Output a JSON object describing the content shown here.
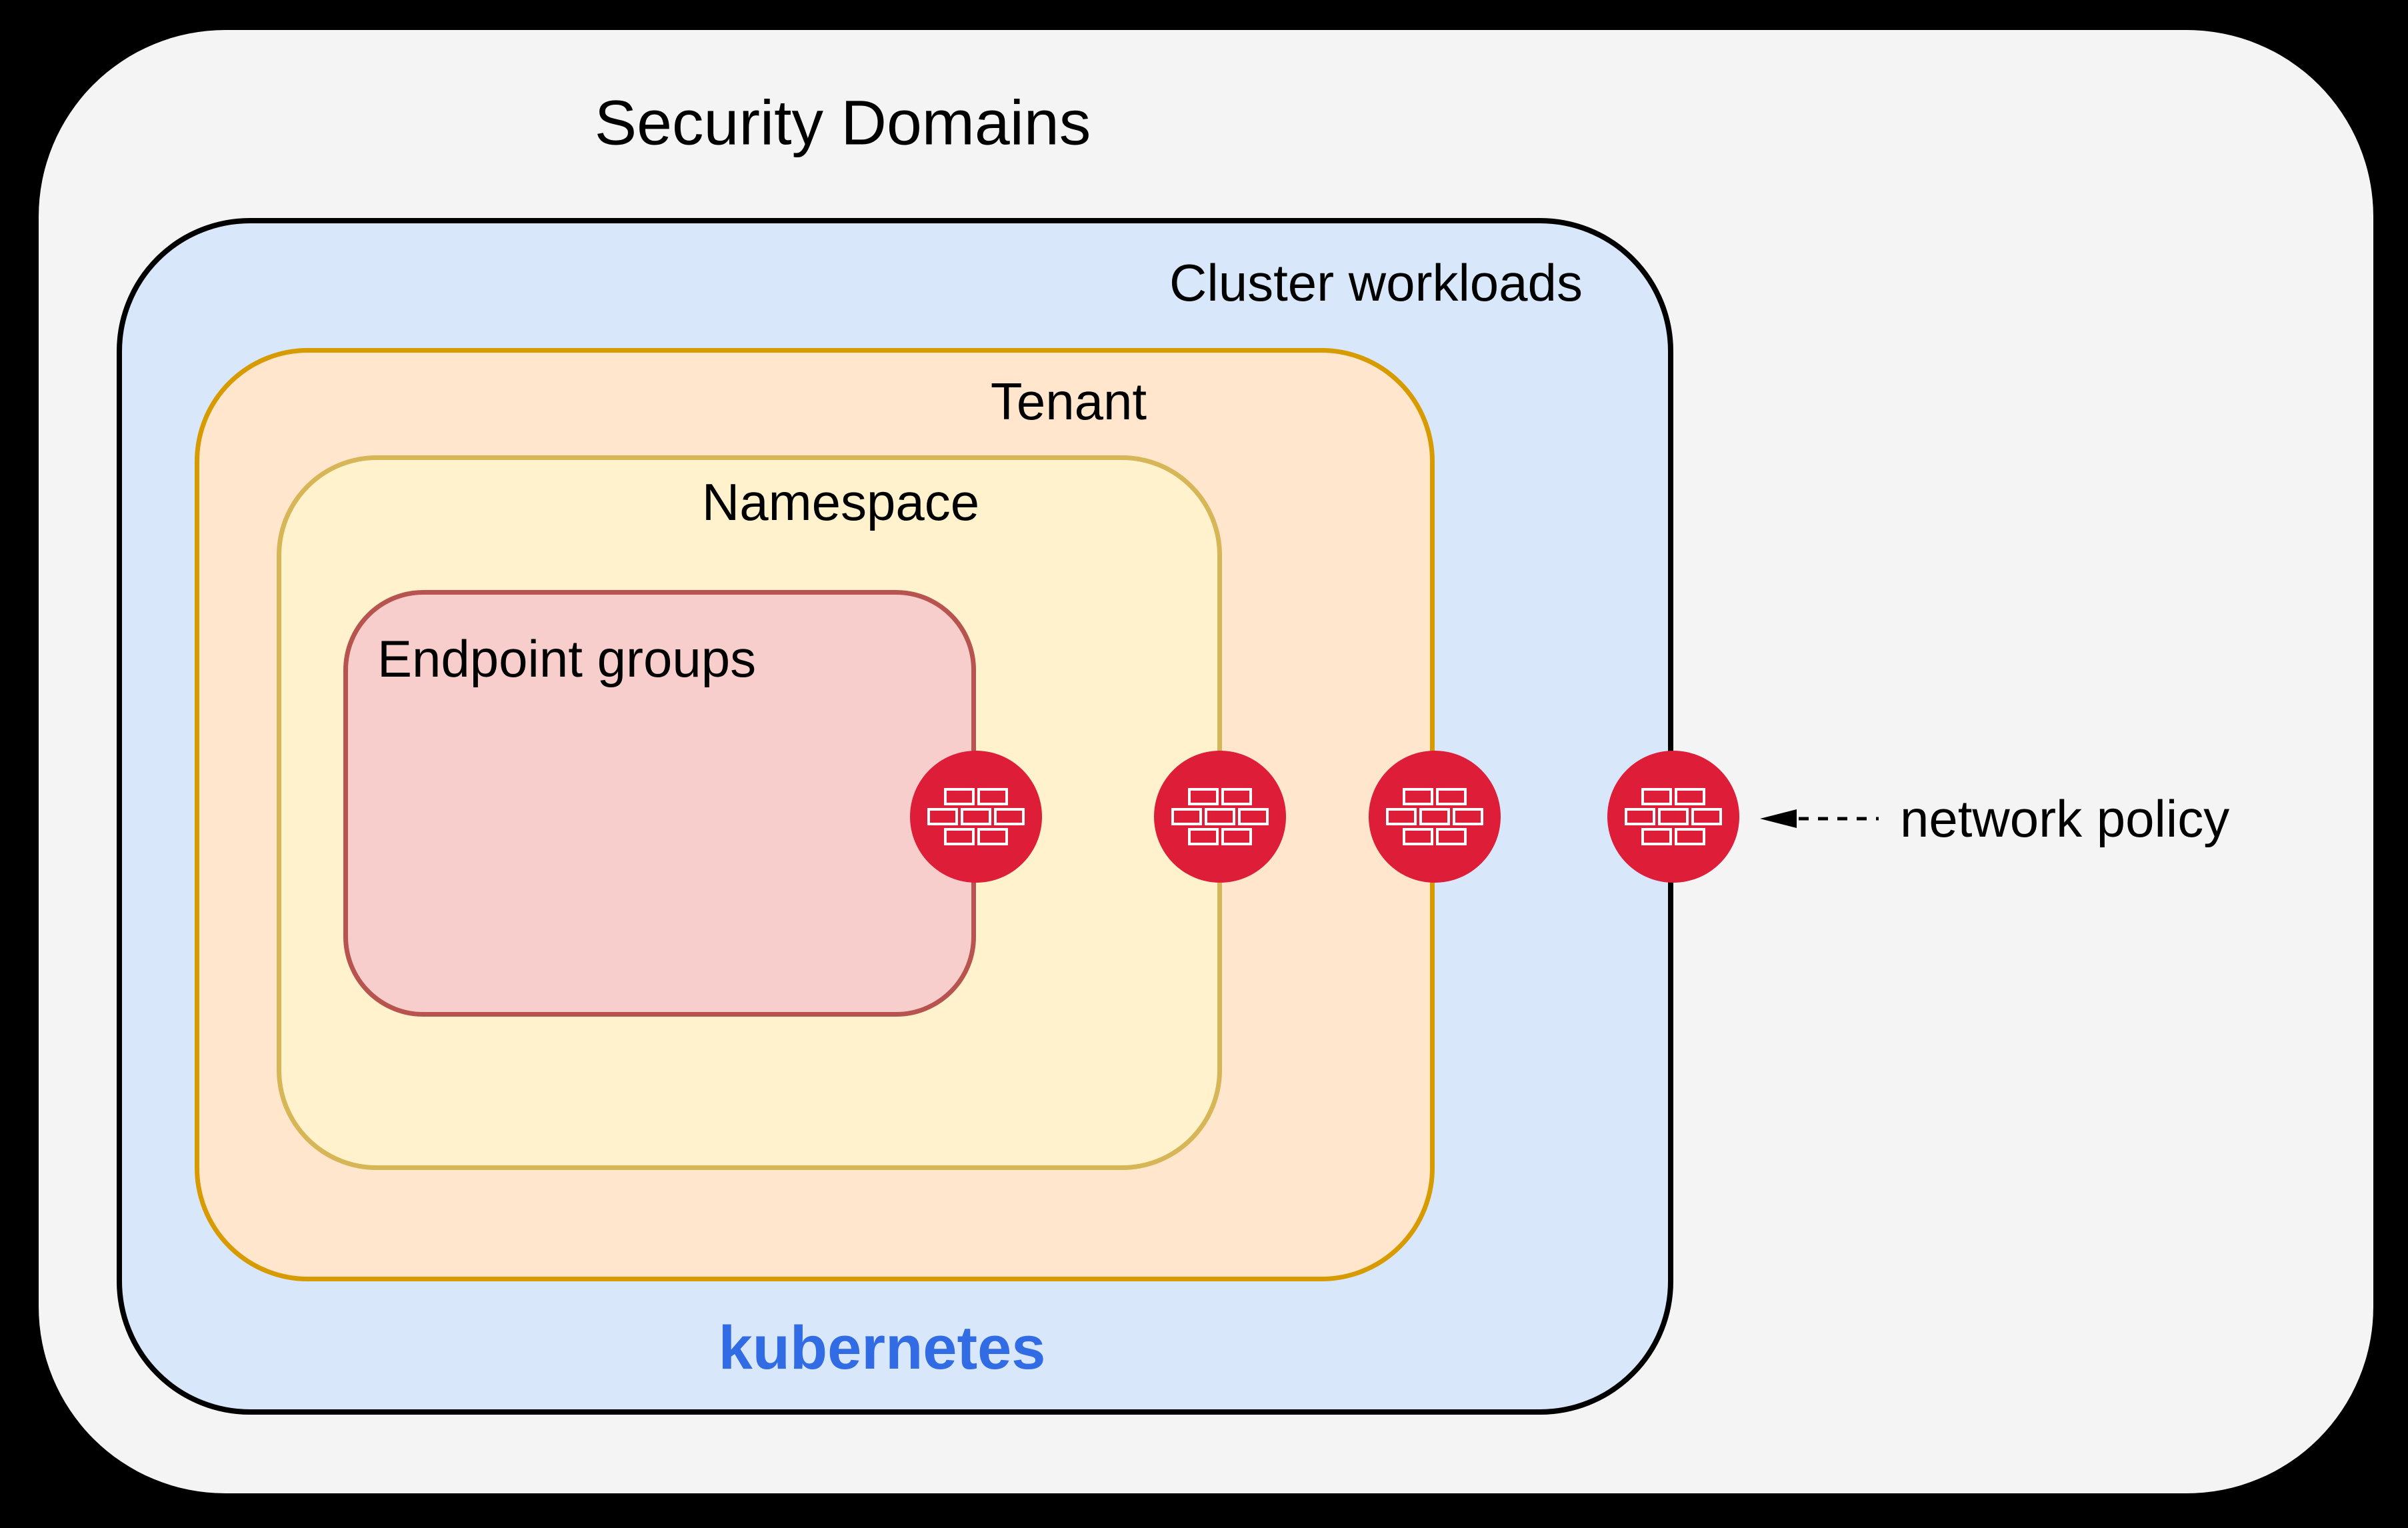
{
  "page": {
    "background": "#000000"
  },
  "diagram": {
    "title": "Security Domains",
    "canvas": {
      "fill": "#f4f4f4"
    },
    "domains": [
      {
        "label": "Cluster workloads",
        "fill": "#d9e7fb",
        "stroke": "#000000"
      },
      {
        "label": "Tenant",
        "fill": "#ffe6cc",
        "stroke": "#d79b00"
      },
      {
        "label": "Namespace",
        "fill": "#fff2cc",
        "stroke": "#d6b656"
      },
      {
        "label": "Endpoint groups",
        "fill": "#f8cecc",
        "stroke": "#b85450"
      }
    ],
    "kubernetes": {
      "label": "kubernetes",
      "color": "#326ce5"
    },
    "network_policy": {
      "label": "network policy",
      "icon": "firewall-brick-wall-icon",
      "icon_color": "#de1d39",
      "icon_count": 4,
      "arrow_color": "#000000"
    }
  }
}
